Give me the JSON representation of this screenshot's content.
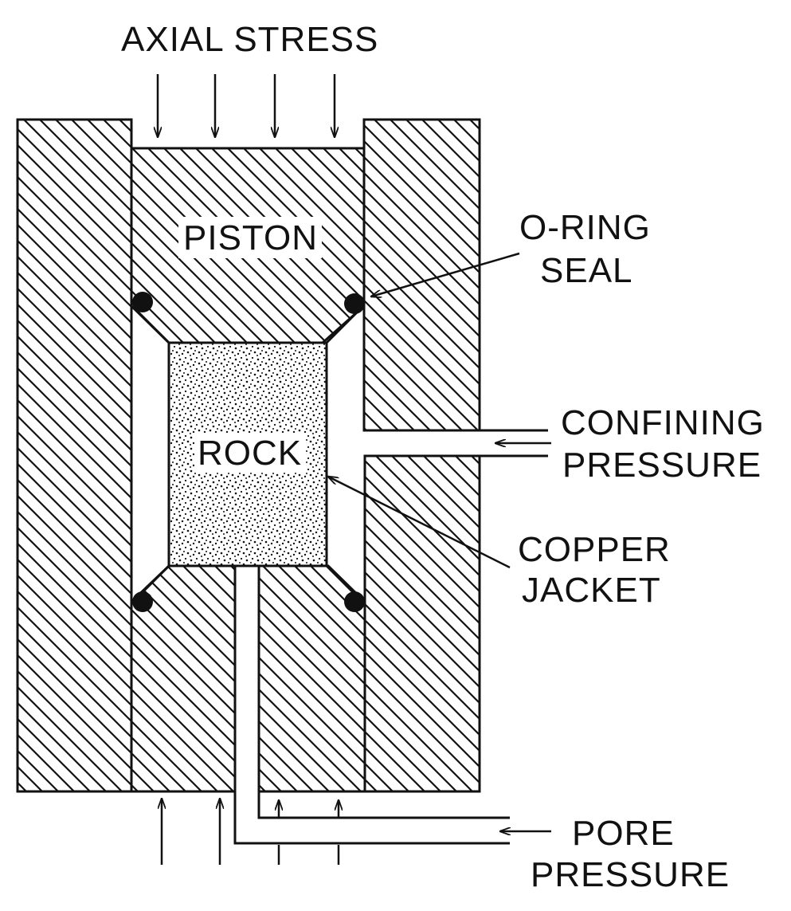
{
  "labels": {
    "axial_stress": "AXIAL STRESS",
    "piston": "PISTON",
    "oring_line1": "O-RING",
    "oring_line2": "SEAL",
    "rock": "ROCK",
    "confining_line1": "CONFINING",
    "confining_line2": "PRESSURE",
    "copper_line1": "COPPER",
    "copper_line2": "JACKET",
    "pore_line1": "PORE",
    "pore_line2": "PRESSURE"
  },
  "colors": {
    "ink": "#111111",
    "background": "#ffffff"
  }
}
